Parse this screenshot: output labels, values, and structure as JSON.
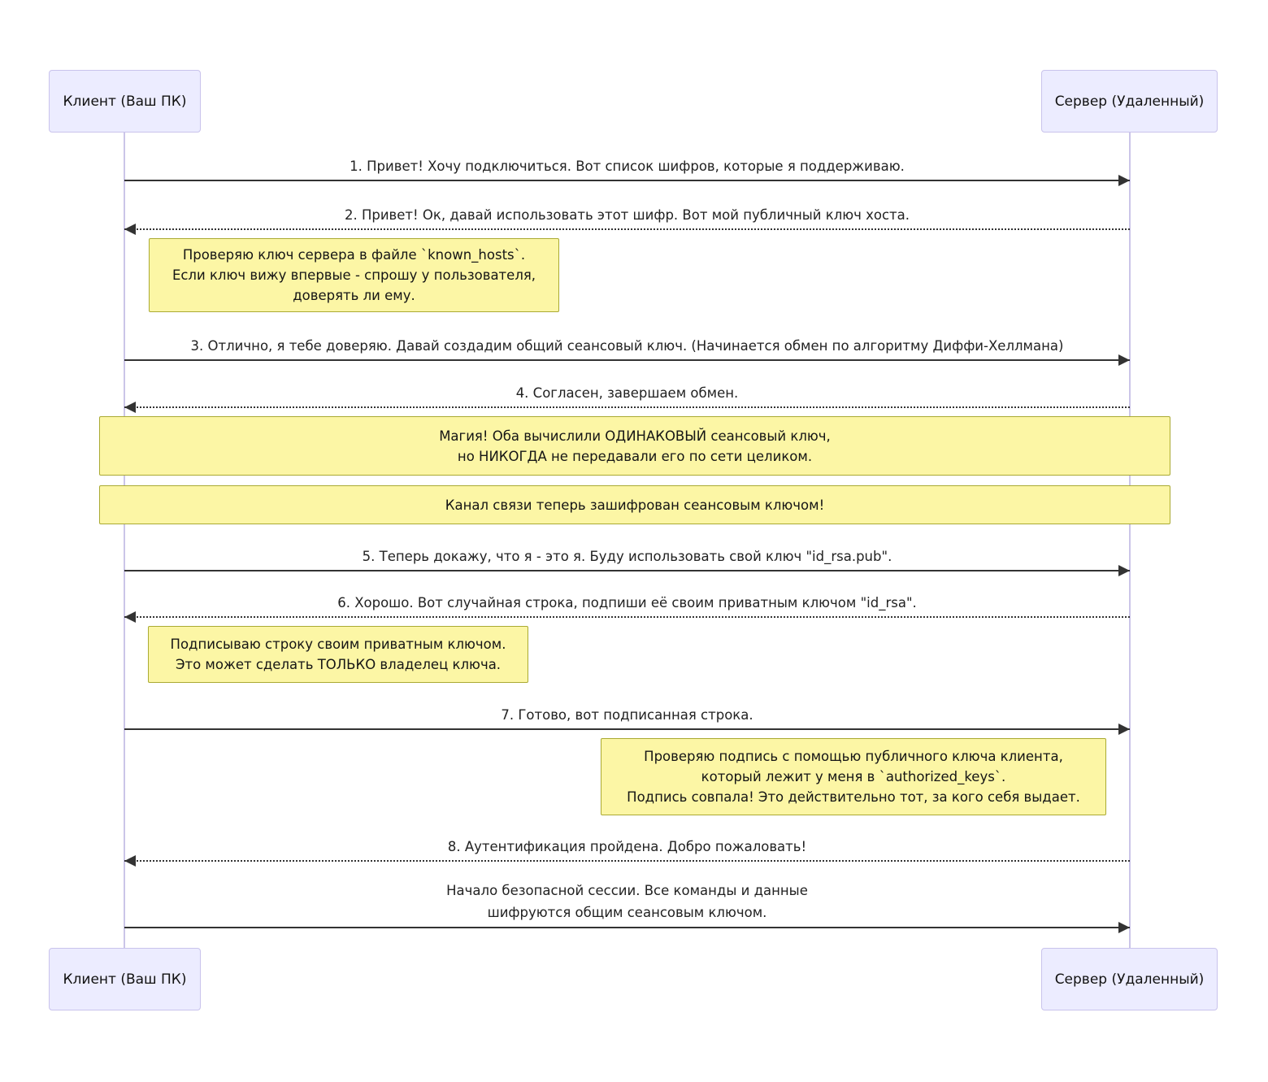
{
  "diagram": {
    "title": "SSH connection handshake sequence diagram",
    "actors": {
      "client": "Клиент (Ваш ПК)",
      "server": "Сервер (Удаленный)"
    },
    "messages": {
      "m1": "1. Привет! Хочу подключиться. Вот список шифров, которые я поддерживаю.",
      "m2": "2. Привет! Ок, давай использовать этот шифр. Вот мой публичный ключ хоста.",
      "m3": "3. Отлично, я тебе доверяю. Давай создадим общий сеансовый ключ. (Начинается обмен по алгоритму Диффи-Хеллмана)",
      "m4": "4. Согласен, завершаем обмен.",
      "m5": "5. Теперь докажу, что я - это я. Буду использовать свой ключ \"id_rsa.pub\".",
      "m6": "6. Хорошо. Вот случайная строка, подпиши её своим приватным ключом \"id_rsa\".",
      "m7": "7. Готово, вот подписанная строка.",
      "m8": "8. Аутентификация пройдена. Добро пожаловать!",
      "m9": "Начало безопасной сессии. Все команды и данные\nшифруются общим сеансовым ключом."
    },
    "notes": {
      "check_known_hosts": "Проверяю ключ сервера в файле `known_hosts`.\nЕсли ключ вижу впервые - спрошу у пользователя,\nдоверять ли ему.",
      "magic_same_key": "Магия! Оба вычислили ОДИНАКОВЫЙ сеансовый ключ,\nно НИКОГДА не передавали его по сети целиком.",
      "channel_encrypted": "Канал связи теперь зашифрован сеансовым ключом!",
      "sign_string": "Подписываю строку своим приватным ключом.\nЭто может сделать ТОЛЬКО владелец ключа.",
      "verify_signature": "Проверяю подпись с помощью публичного ключа клиента,\nкоторый лежит у меня в `authorized_keys`.\nПодпись совпала! Это действительно тот, за кого себя выдает."
    },
    "colors": {
      "actor_fill": "#ECECFF",
      "actor_border": "#C9C3EC",
      "note_fill": "#FCF6A5",
      "note_border": "#AAAA33",
      "lifeline": "#CBC5E8",
      "arrow": "#333333"
    }
  }
}
